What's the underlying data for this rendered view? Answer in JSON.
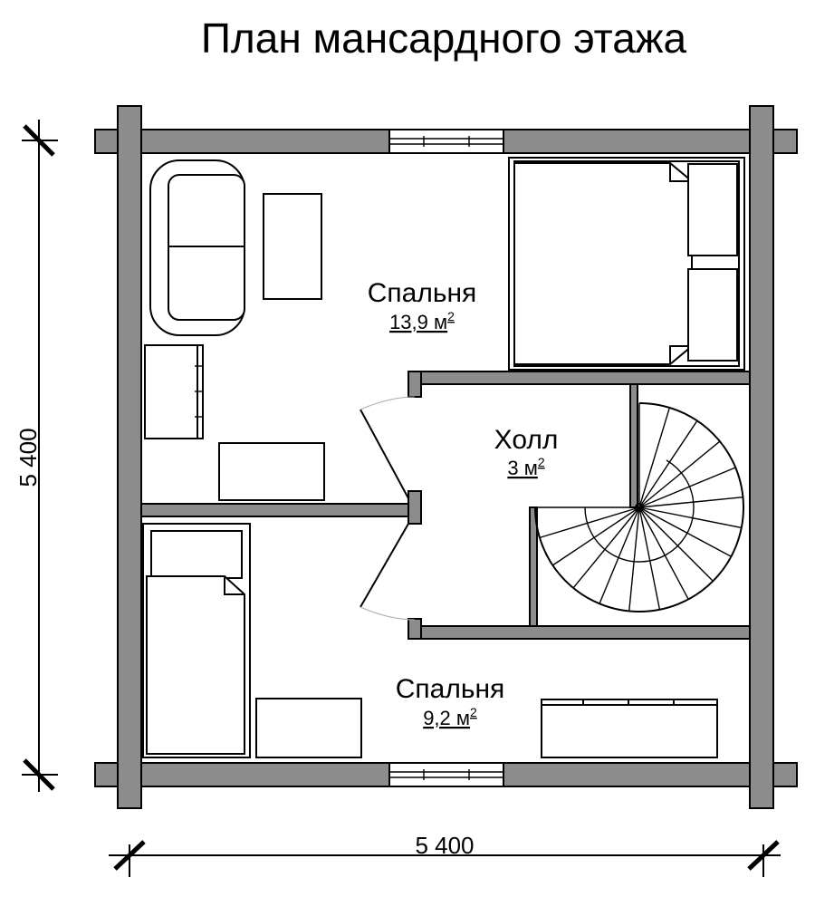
{
  "title": "План мансардного этажа",
  "dimensions": {
    "width": "5 400",
    "height": "5 400"
  },
  "rooms": [
    {
      "name": "Спальня",
      "area": "13,9 м",
      "sup": "2"
    },
    {
      "name": "Холл",
      "area": "3 м",
      "sup": "2"
    },
    {
      "name": "Спальня",
      "area": "9,2 м",
      "sup": "2"
    }
  ],
  "colors": {
    "wall": "#8c8c8c",
    "line": "#000000",
    "background": "#ffffff"
  }
}
